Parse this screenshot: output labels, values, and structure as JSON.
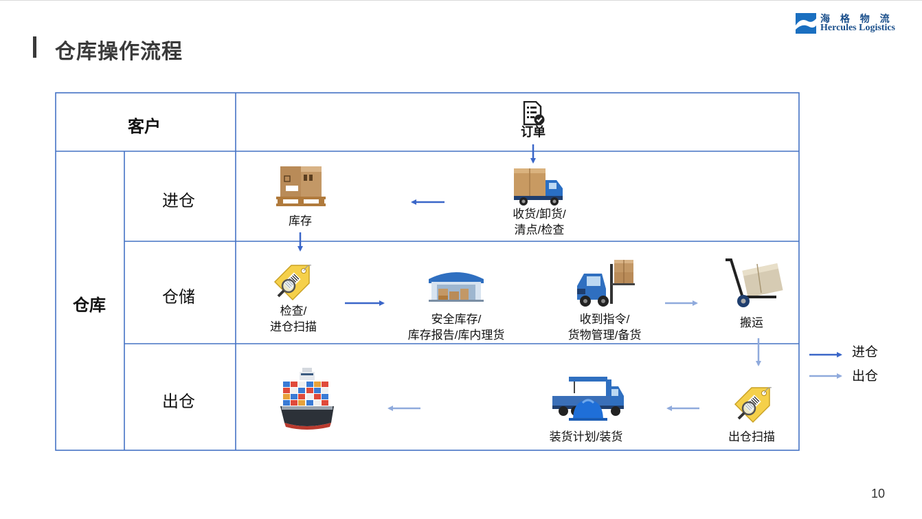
{
  "header": {
    "title": "仓库操作流程",
    "logo_cn": "海 格 物 流",
    "logo_en": "Hercules Logistics"
  },
  "table": {
    "customer_label": "客户",
    "warehouse_label": "仓库",
    "rows": {
      "inbound": "进仓",
      "storage": "仓储",
      "outbound": "出仓"
    }
  },
  "nodes": {
    "order": {
      "label": "订单"
    },
    "receive": {
      "line1": "收货/卸货/",
      "line2": "清点/检查"
    },
    "stock": {
      "label": "库存"
    },
    "inspect": {
      "line1": "检查/",
      "line2": "进仓扫描"
    },
    "safe_stock": {
      "line1": "安全库存/",
      "line2": "库存报告/库内理货"
    },
    "instruct": {
      "line1": "收到指令/",
      "line2": "货物管理/备货"
    },
    "handling": {
      "label": "搬运"
    },
    "out_scan": {
      "label": "出仓扫描"
    },
    "loading": {
      "label": "装货计划/装货"
    }
  },
  "legend": {
    "inbound": "进仓",
    "outbound": "出仓"
  },
  "colors": {
    "grid": "#4472c4",
    "arrow_inbound": "#3a66c8",
    "arrow_outbound": "#8faadc"
  },
  "page_number": "10"
}
